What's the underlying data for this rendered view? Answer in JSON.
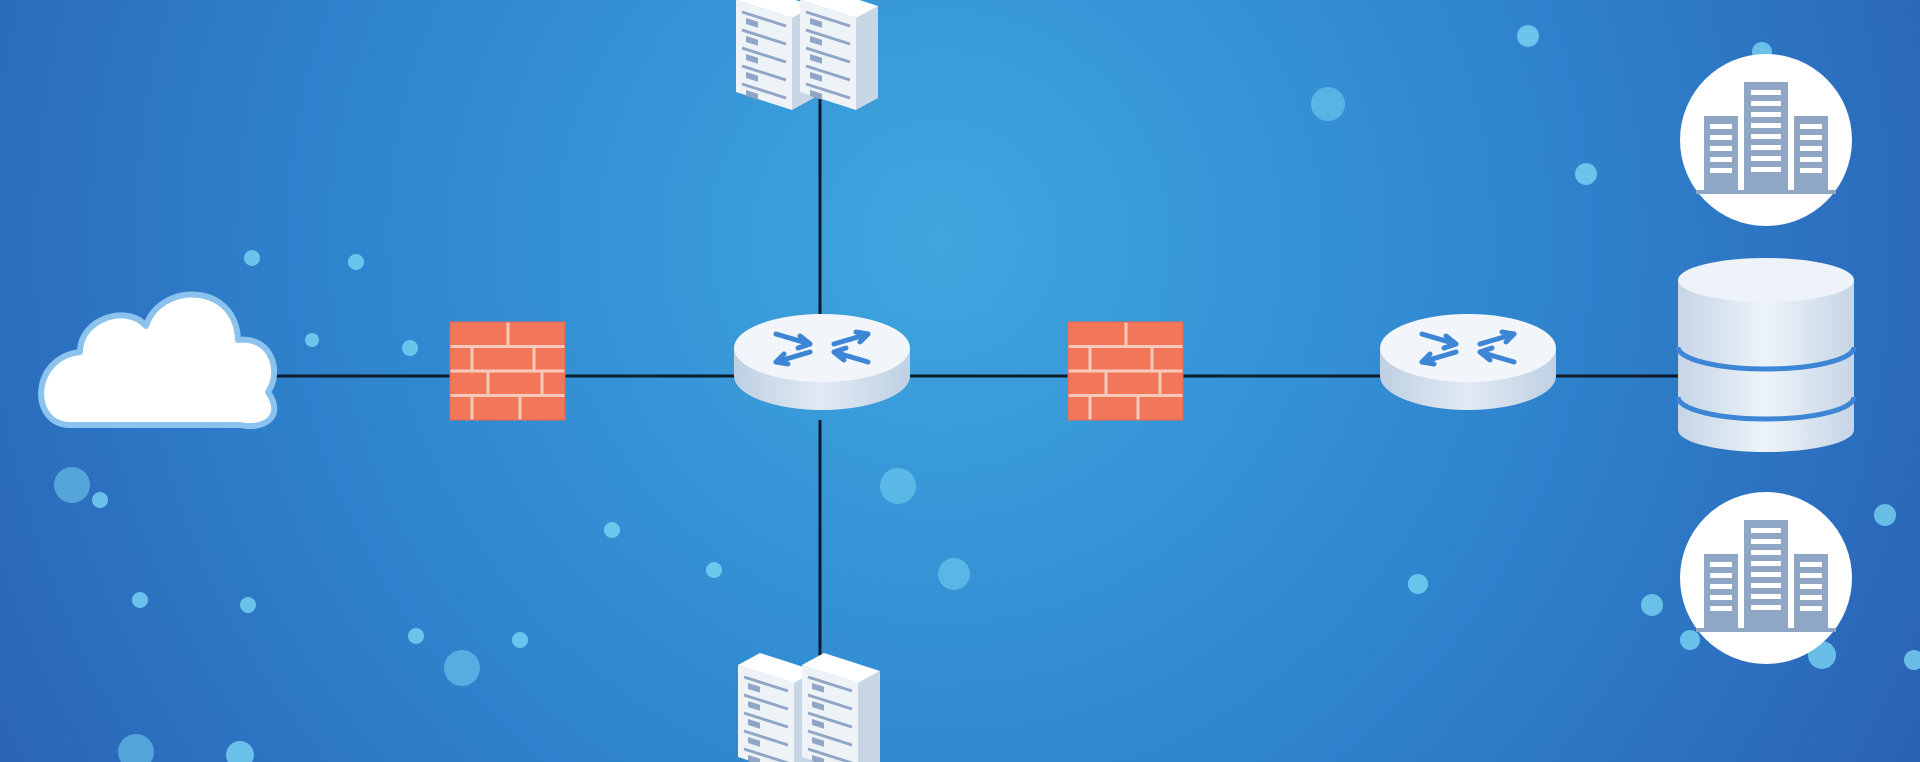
{
  "theme": {
    "bg_center": "#3FA6DF",
    "bg_mid": "#2F86CF",
    "bg_edge": "#2A5FB3",
    "link_color": "#0D1B2A",
    "firewall_color": "#F2765A",
    "firewall_mortar": "#F7C9BB",
    "router_top": "#F2F6FA",
    "router_side": "#C9D7E6",
    "router_arrow": "#3D86D6",
    "server_face": "#EEF3F8",
    "server_detail": "#8FA6C4",
    "db_color": "#E7EEF6",
    "db_band": "#3D86D6",
    "node_circle": "#FFFFFF",
    "cloud_fill": "#FFFFFF",
    "cloud_stroke": "#8CC3EE",
    "accent_glow": "#7DD8F5"
  },
  "diagram": {
    "nodes": [
      {
        "id": "internet",
        "icon": "cloud-icon"
      },
      {
        "id": "firewall-outer",
        "icon": "firewall-icon"
      },
      {
        "id": "core-router",
        "icon": "router-icon"
      },
      {
        "id": "server-top",
        "icon": "server-rack-icon"
      },
      {
        "id": "server-bottom",
        "icon": "server-rack-icon"
      },
      {
        "id": "firewall-inner",
        "icon": "firewall-icon"
      },
      {
        "id": "edge-router",
        "icon": "router-icon"
      },
      {
        "id": "database",
        "icon": "database-icon"
      },
      {
        "id": "datacenter-top",
        "icon": "building-server-icon"
      },
      {
        "id": "datacenter-bottom",
        "icon": "building-server-icon"
      }
    ],
    "links": [
      [
        "internet",
        "firewall-outer"
      ],
      [
        "firewall-outer",
        "core-router"
      ],
      [
        "core-router",
        "server-top"
      ],
      [
        "core-router",
        "server-bottom"
      ],
      [
        "core-router",
        "firewall-inner"
      ],
      [
        "firewall-inner",
        "edge-router"
      ],
      [
        "edge-router",
        "database"
      ]
    ]
  }
}
